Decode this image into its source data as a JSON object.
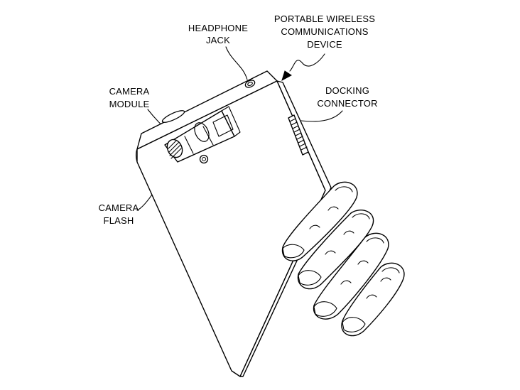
{
  "labels": {
    "headphone_jack": [
      "HEADPHONE",
      "JACK"
    ],
    "device": [
      "PORTABLE WIRELESS",
      "COMMUNICATIONS",
      "DEVICE"
    ],
    "camera_module": [
      "CAMERA",
      "MODULE"
    ],
    "docking_connector": [
      "DOCKING",
      "CONNECTOR"
    ],
    "camera_flash": [
      "CAMERA",
      "FLASH"
    ]
  }
}
